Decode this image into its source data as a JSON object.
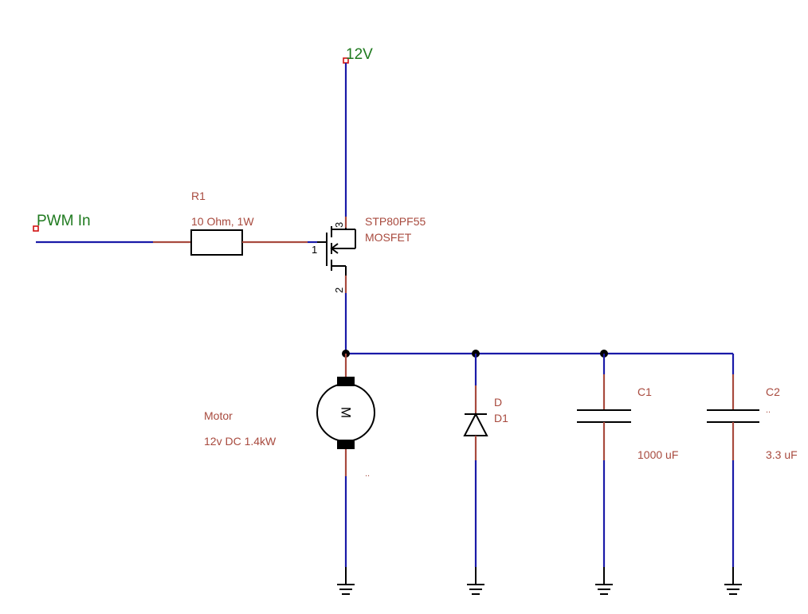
{
  "nets": {
    "supply": "12V",
    "input": "PWM In"
  },
  "r1": {
    "ref": "R1",
    "value": "10 Ohm, 1W"
  },
  "q1": {
    "part": "STP80PF55",
    "type": "MOSFET",
    "pin_gate": "1",
    "pin_drain": "3",
    "pin_source": "2"
  },
  "motor": {
    "ref": "Motor",
    "value": "12v DC 1.4kW",
    "symbol": "M",
    "extra": ".."
  },
  "d1": {
    "ref": "D",
    "value": "D1"
  },
  "c1": {
    "ref": "C1",
    "value": "1000 uF"
  },
  "c2": {
    "ref": "C2",
    "extra": "..",
    "value": "3.3 uF"
  },
  "colors": {
    "wire": "#1a1aa8",
    "lead": "#a84a3e",
    "net_label": "#1f7a1f",
    "port": "#d01010"
  }
}
